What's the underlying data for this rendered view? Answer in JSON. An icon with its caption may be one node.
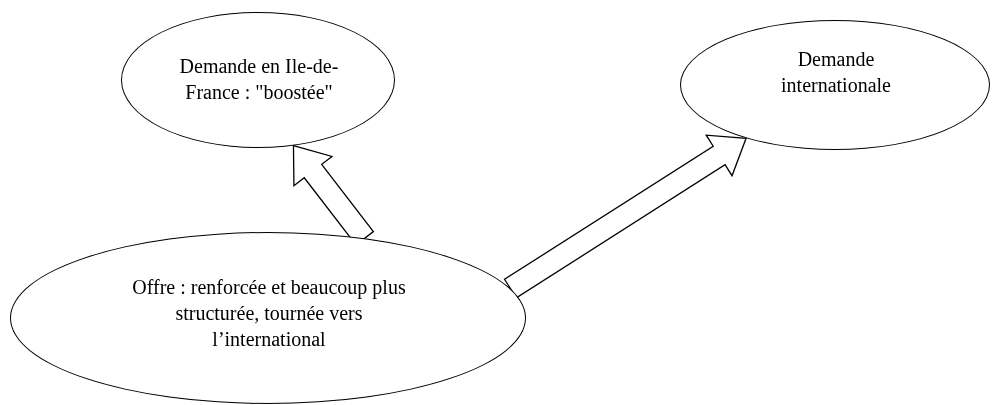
{
  "diagram": {
    "nodes": [
      {
        "text": [
          "Demande en Ile-de-France : \"boostée\""
        ]
      },
      {
        "text": [
          "Demande internationale"
        ]
      },
      {
        "text": [
          "Offre : renforcée et beaucoup plus structurée, tournée vers l’international"
        ]
      }
    ],
    "edges": [
      {
        "from": 2,
        "to": 0,
        "arrow": "to"
      },
      {
        "from": 2,
        "to": 1,
        "arrow": "to"
      }
    ]
  }
}
